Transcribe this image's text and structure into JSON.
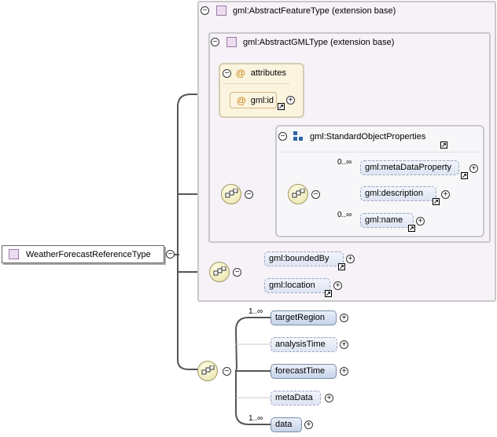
{
  "diagram": {
    "root_type": "WeatherForecastReferenceType",
    "ext_outer_title": "gml:AbstractFeatureType (extension base)",
    "ext_inner_title": "gml:AbstractGMLType (extension base)",
    "attributes_label": "attributes",
    "attribute_id": "gml:id",
    "attribute_group": "gml:StandardObjectProperties",
    "std_props": [
      {
        "name": "gml:metaDataProperty",
        "card": "0..∞"
      },
      {
        "name": "gml:description",
        "card": ""
      },
      {
        "name": "gml:name",
        "card": "0..∞"
      }
    ],
    "feature_props": [
      {
        "name": "gml:boundedBy"
      },
      {
        "name": "gml:location"
      }
    ],
    "elements": [
      {
        "name": "targetRegion",
        "card": "1..∞",
        "optional": false
      },
      {
        "name": "analysisTime",
        "card": "",
        "optional": true
      },
      {
        "name": "forecastTime",
        "card": "",
        "optional": false
      },
      {
        "name": "metaData",
        "card": "",
        "optional": true
      },
      {
        "name": "data",
        "card": "1..∞",
        "optional": false
      }
    ],
    "symbols": {
      "collapse": "⊖",
      "expand": "+",
      "at": "@",
      "ref_arrow": "↗"
    }
  }
}
